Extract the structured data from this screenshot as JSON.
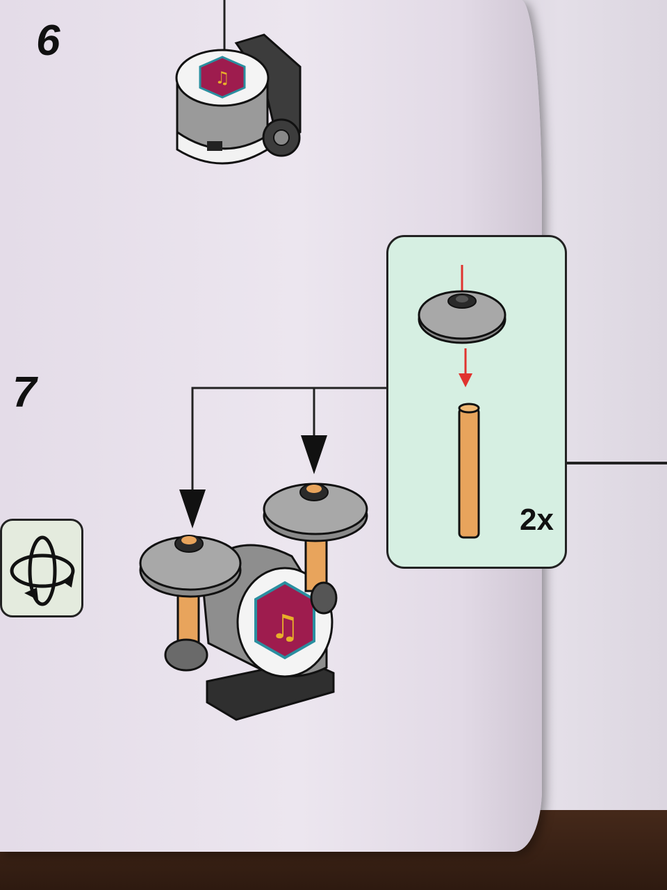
{
  "steps": [
    {
      "number": "6"
    },
    {
      "number": "7"
    }
  ],
  "callout": {
    "quantity": "2x",
    "icon": "cymbal-on-bar-subassembly"
  },
  "icons": {
    "rotate": "rotate-model-icon",
    "drum_emblem": "music-note-emblem"
  },
  "colors": {
    "page": "#e8e1ec",
    "callout_bg": "#d6efe2",
    "insert_arrow": "#e0332f",
    "bar": "#e8a45c",
    "drum_grey": "#8e8e8e",
    "emblem": "#9e1c4e"
  }
}
